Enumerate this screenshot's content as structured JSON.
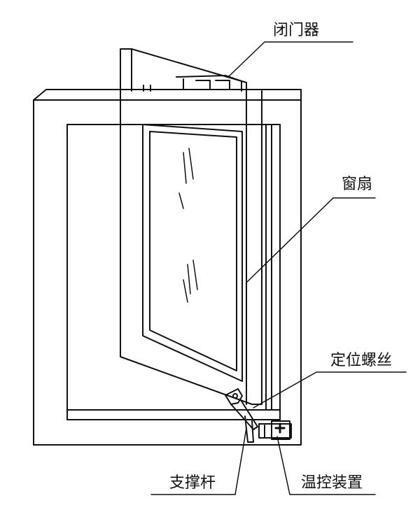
{
  "labels": {
    "closer": "闭门器",
    "sash": "窗扇",
    "screw": "定位螺丝",
    "rod": "支撑杆",
    "thermo": "温控装置"
  },
  "colors": {
    "stroke": "#111111",
    "background": "#ffffff"
  }
}
